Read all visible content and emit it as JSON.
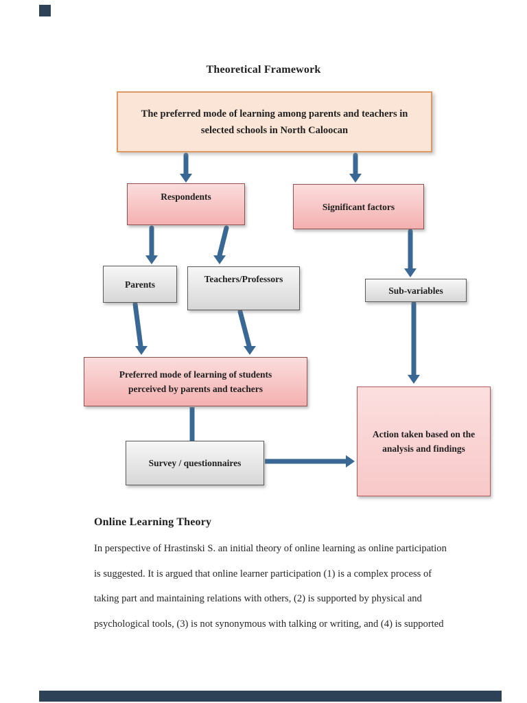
{
  "colors": {
    "page-bg": "#ffffff",
    "scribd-edge": "#2e4257",
    "arrow": "#3a6894",
    "orange-fill": "#fbe5d6",
    "orange-border": "#dc9a62",
    "pink-top": "#fbdddd",
    "pink-bottom": "#f4b0b0",
    "pink-border": "#8f4f4f",
    "action-top": "#fcdfdf",
    "action-bottom": "#f8c8c8",
    "action-border": "#b25a5a",
    "gray-top": "#f7f7f7",
    "gray-bottom": "#d7d7d7",
    "gray-border": "#595959",
    "text": "#1f1f1f"
  },
  "page": {
    "title": "Theoretical Framework"
  },
  "diagram": {
    "nodes": {
      "main": {
        "lines": [
          "The preferred mode of learning among parents and teachers in",
          "selected schools in North Caloocan"
        ]
      },
      "respondents": {
        "label": "Respondents"
      },
      "significant_factors": {
        "label": "Significant factors"
      },
      "parents": {
        "label": "Parents"
      },
      "teachers": {
        "label": "Teachers/Professors"
      },
      "sub_variables": {
        "label": "Sub-variables"
      },
      "preferred_mode": {
        "lines": [
          "Preferred mode of learning of students",
          "perceived by parents and teachers"
        ]
      },
      "survey": {
        "label": "Survey / questionnaires"
      },
      "action": {
        "lines": [
          "Action taken based on the",
          "analysis and findings"
        ]
      }
    }
  },
  "section": {
    "heading": "Online Learning Theory",
    "paragraph_lines": [
      "In perspective of Hrastinski S. an initial theory of online learning as online participation",
      "is suggested. It is argued that online learner participation (1) is a complex process of",
      "taking part and maintaining relations with others, (2) is supported by physical and",
      "psychological tools, (3) is not synonymous with talking or writing, and (4) is supported"
    ]
  }
}
